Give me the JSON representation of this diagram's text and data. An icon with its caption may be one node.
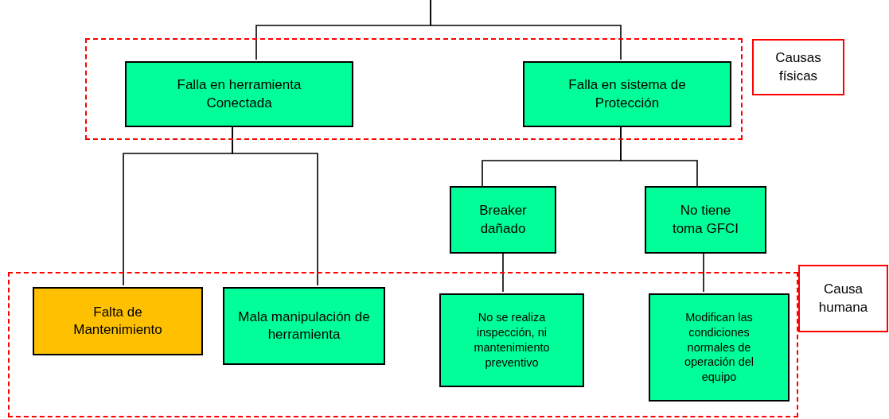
{
  "diagram": {
    "nodes": [
      {
        "text": [],
        "shape": "box"
      },
      {
        "text": [
          "Falla en herramienta Conectada"
        ],
        "in": 0
      },
      {
        "text": [
          "Falla en sistema de Protección"
        ],
        "in": 0
      },
      {
        "text": [
          "Causas físicas"
        ]
      },
      {
        "text": [
          "Breaker dañado"
        ]
      },
      {
        "text": [
          "No tiene toma GFCI"
        ]
      },
      {
        "text": [],
        "shape": "box"
      },
      {
        "text": [
          "Falta de Mantenimiento"
        ],
        "in": 6
      },
      {
        "text": [
          "Mala manipulación de herramienta"
        ],
        "in": 6
      },
      {
        "text": [
          "No se realiza inspección, ni mantenimiento preventivo"
        ],
        "in": 6
      },
      {
        "text": [
          "Modifican las condiciones normales de operación del equipo"
        ],
        "in": 6
      },
      {
        "text": [
          "Causa humana"
        ]
      }
    ],
    "edges": [
      {
        "from": null,
        "to": 1,
        "arrow": "none"
      },
      {
        "from": null,
        "to": 2,
        "arrow": "none"
      },
      {
        "from": 1,
        "to": 7,
        "arrow": "none"
      },
      {
        "from": 1,
        "to": 8,
        "arrow": "none"
      },
      {
        "from": 2,
        "to": 4,
        "arrow": "none"
      },
      {
        "from": 2,
        "to": 5,
        "arrow": "none"
      },
      {
        "from": 4,
        "to": 9,
        "arrow": "none"
      },
      {
        "from": 5,
        "to": 10,
        "arrow": "none"
      }
    ]
  }
}
